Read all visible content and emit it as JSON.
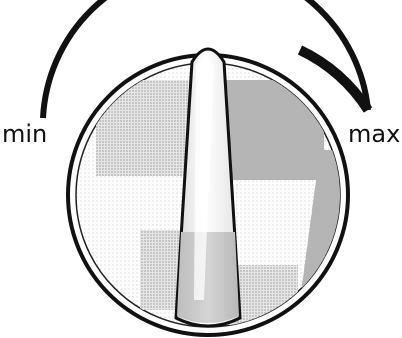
{
  "labels": {
    "min": "min",
    "max": "max"
  },
  "colors": {
    "ink": "#111111",
    "background": "#ffffff",
    "light_shade": "#eeeeee",
    "mid_shade": "#cccccc",
    "dark_shade": "#aaaaaa"
  },
  "icons": {
    "knob": "rotary-control-knob-icon",
    "scale_arc": "min-to-max-scale-arc"
  }
}
